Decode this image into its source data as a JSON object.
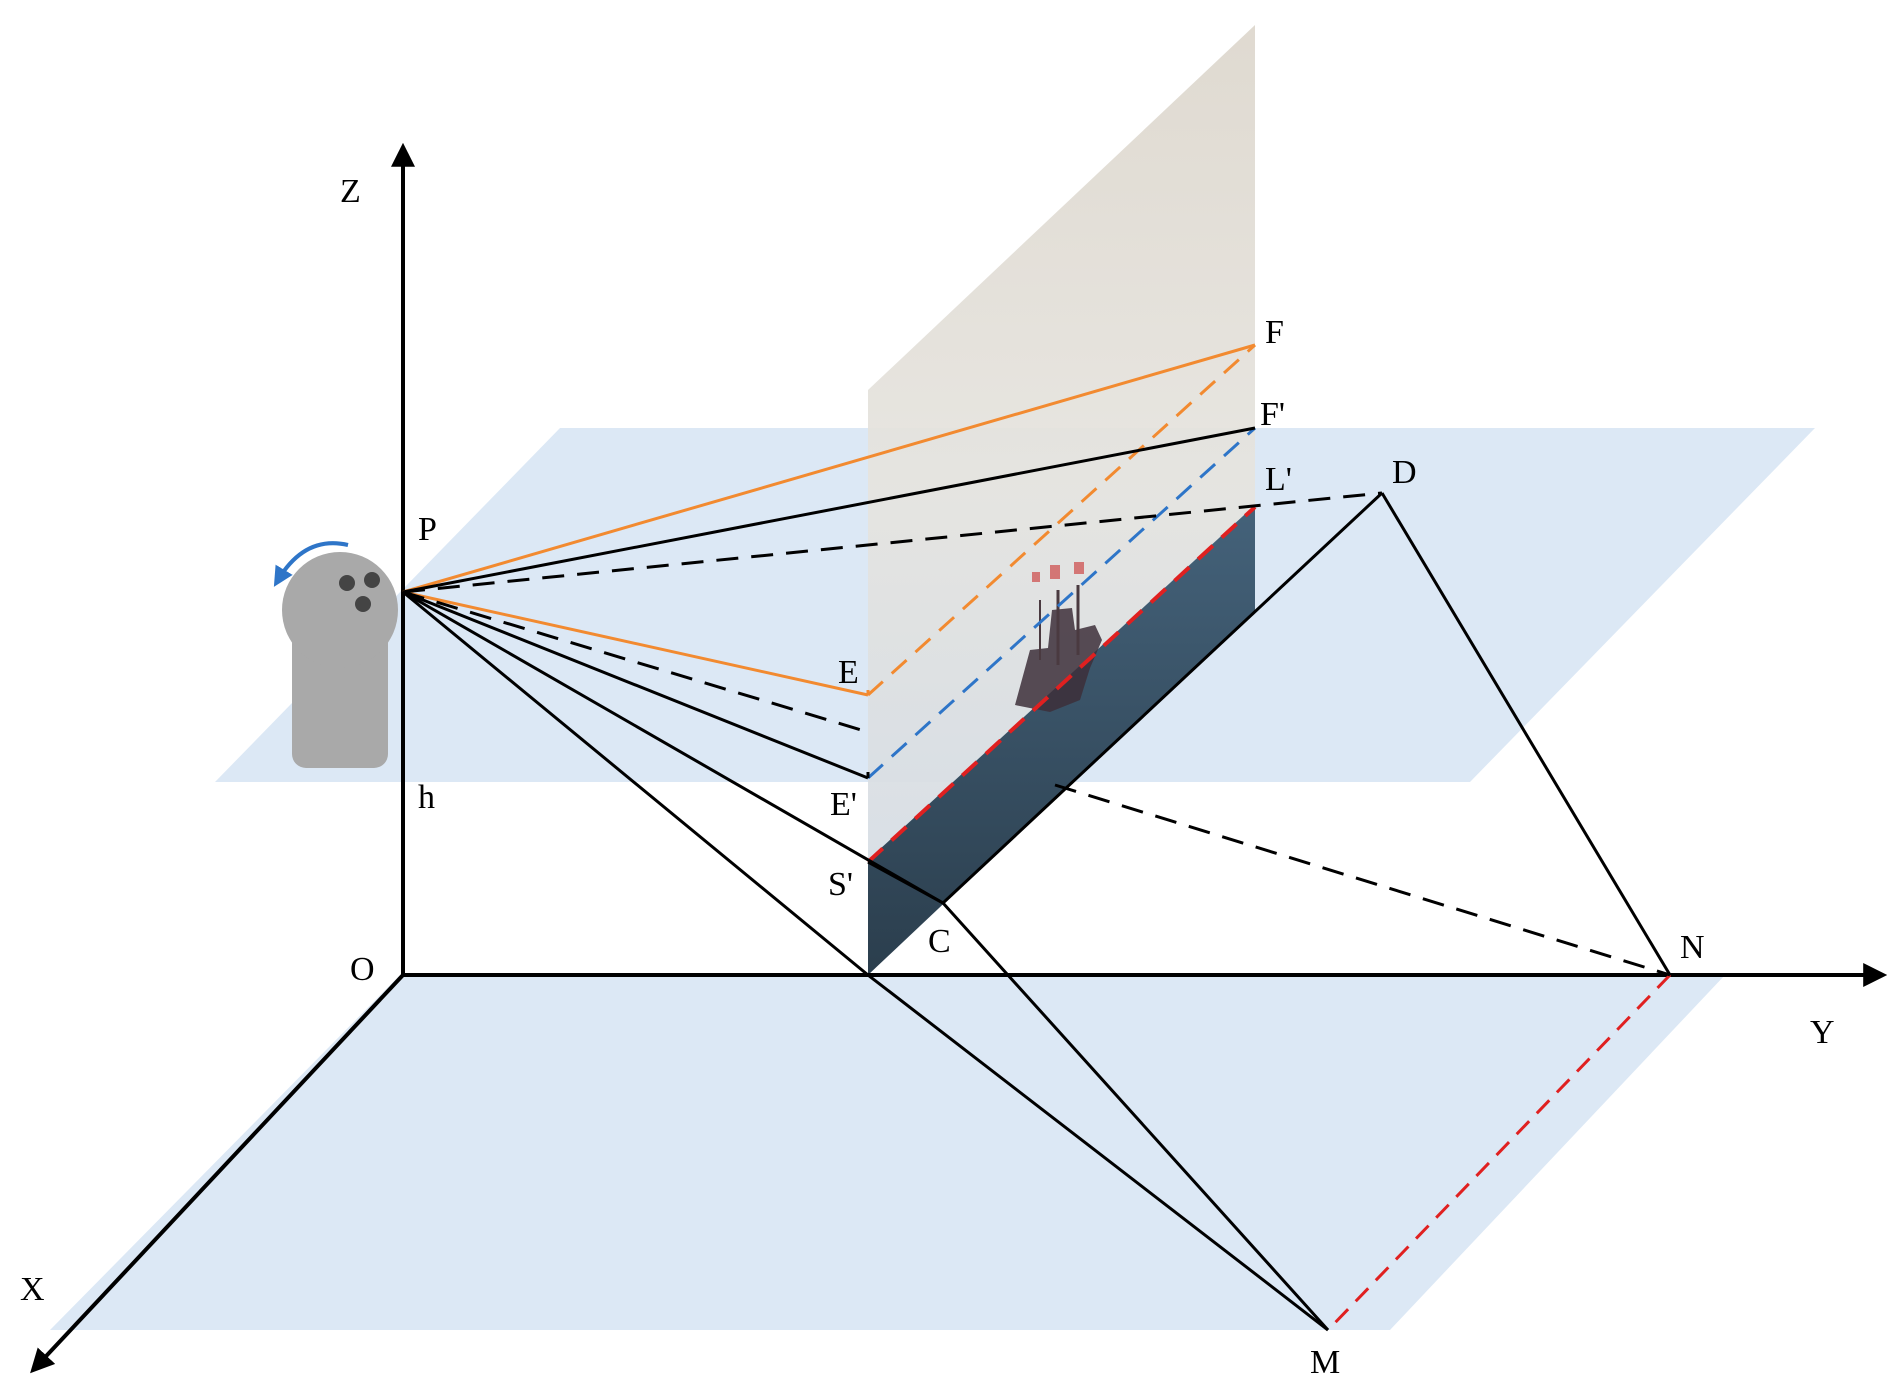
{
  "axes": {
    "x": "X",
    "y": "Y",
    "z": "Z",
    "origin": "O"
  },
  "points": {
    "P": "P",
    "h": "h",
    "E": "E",
    "E_prime": "E'",
    "F": "F",
    "F_prime": "F'",
    "L_prime": "L'",
    "D": "D",
    "S_prime": "S'",
    "C": "C",
    "N": "N",
    "M": "M"
  },
  "colors": {
    "plane_fill": "#dce8f5",
    "orange_lines": "#f28a30",
    "blue_dashed": "#2e75c8",
    "red_dashed": "#e02020",
    "black_lines": "#000000",
    "camera_body": "#a9a9a9",
    "rotation_arrow": "#2e75c8",
    "sky": "#e8e4dc",
    "sea": "#3c5a6e"
  },
  "icons": {
    "camera": "ptz-camera-icon",
    "rotation": "rotation-arrow-icon"
  }
}
